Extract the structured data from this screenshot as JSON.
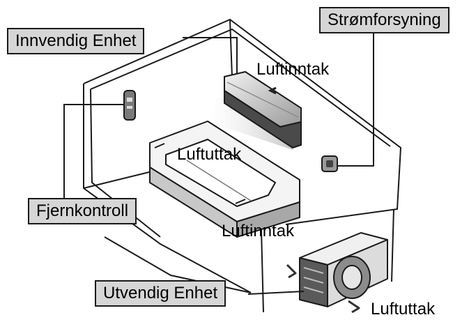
{
  "callouts": {
    "indoor_unit": "Innvendig Enhet",
    "power_supply": "Strømforsyning",
    "remote_control": "Fjernkontroll",
    "outdoor_unit": "Utvendig Enhet"
  },
  "airflow": {
    "indoor_inlet": "Luftinntak",
    "indoor_outlet": "Luftuttak",
    "outdoor_inlet": "Luftinntak",
    "outdoor_outlet": "Luftuttak"
  },
  "colors": {
    "label_fill": "#d6d6d6",
    "line": "#1a1a1a",
    "unit_body": "#e2e2e2",
    "unit_dark": "#5a5a5a"
  }
}
